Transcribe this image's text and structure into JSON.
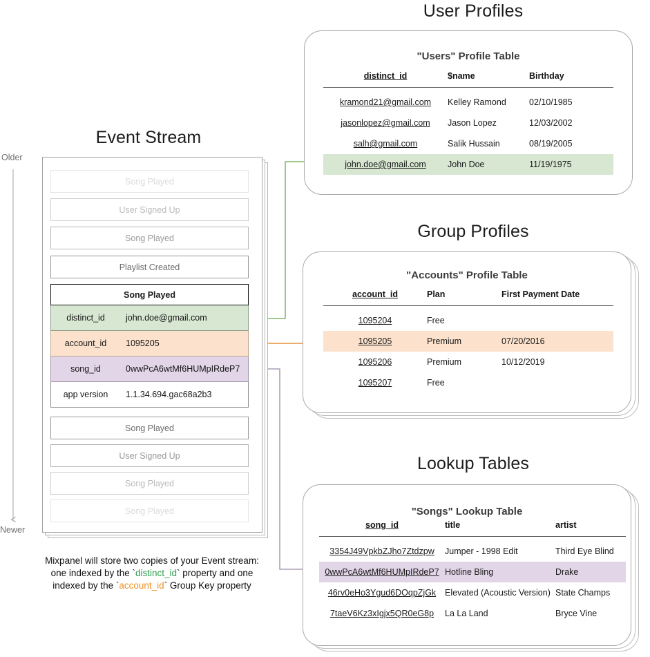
{
  "colors": {
    "green_fill": "#d7e7d2",
    "orange_fill": "#fce2cc",
    "purple_fill": "#e1d5e7",
    "green_line": "#6aa84f",
    "orange_line": "#e69138",
    "purple_line": "#9b8aa6",
    "card_border": "#a8a8a8"
  },
  "event_stream": {
    "title": "Event Stream",
    "axis_older": "Older",
    "axis_newer": "Newer",
    "events_above": [
      {
        "label": "Song Played",
        "opacity": 0.22
      },
      {
        "label": "User Signed Up",
        "opacity": 0.42
      },
      {
        "label": "Song Played",
        "opacity": 0.62
      },
      {
        "label": "Playlist Created",
        "opacity": 0.9
      }
    ],
    "focus_event": {
      "label": "Song Played",
      "properties": [
        {
          "key": "distinct_id",
          "value": "john.doe@gmail.com",
          "highlight": "green"
        },
        {
          "key": "account_id",
          "value": "1095205",
          "highlight": "orange"
        },
        {
          "key": "song_id",
          "value": "0wwPcA6wtMf6HUMpIRdeP7",
          "highlight": "purple"
        },
        {
          "key": "app version",
          "value": "1.1.34.694.gac68a2b3",
          "highlight": "none"
        }
      ]
    },
    "events_below": [
      {
        "label": "Song Played",
        "opacity": 0.9
      },
      {
        "label": "User Signed Up",
        "opacity": 0.62
      },
      {
        "label": "Song Played",
        "opacity": 0.42
      },
      {
        "label": "Song Played",
        "opacity": 0.22
      }
    ],
    "caption": {
      "line1": "Mixpanel will store two copies of your Event stream:",
      "line2_pre": "one indexed by the `",
      "line2_key": "distinct_id",
      "line2_post": "` property and one",
      "line3_pre": "indexed by the `",
      "line3_key": "account_id",
      "line3_post": "` Group Key property"
    }
  },
  "user_profiles": {
    "section_title": "User Profiles",
    "table_title": "\"Users\" Profile Table",
    "columns": [
      "distinct_id",
      "$name",
      "Birthday"
    ],
    "rows": [
      {
        "cells": [
          "kramond21@gmail.com",
          "Kelley Ramond",
          "02/10/1985"
        ],
        "highlight": "none"
      },
      {
        "cells": [
          "jasonlopez@gmail.com",
          "Jason Lopez",
          "12/03/2002"
        ],
        "highlight": "none"
      },
      {
        "cells": [
          "salh@gmail.com",
          "Salik Hussain",
          "08/19/2005"
        ],
        "highlight": "none"
      },
      {
        "cells": [
          "john.doe@gmail.com",
          "John Doe",
          "11/19/1975"
        ],
        "highlight": "green"
      }
    ]
  },
  "group_profiles": {
    "section_title": "Group Profiles",
    "table_title": "\"Accounts\" Profile Table",
    "columns": [
      "account_id",
      "Plan",
      "First Payment Date"
    ],
    "rows": [
      {
        "cells": [
          "1095204",
          "Free",
          ""
        ],
        "highlight": "none"
      },
      {
        "cells": [
          "1095205",
          "Premium",
          "07/20/2016"
        ],
        "highlight": "orange"
      },
      {
        "cells": [
          "1095206",
          "Premium",
          "10/12/2019"
        ],
        "highlight": "none"
      },
      {
        "cells": [
          "1095207",
          "Free",
          ""
        ],
        "highlight": "none"
      }
    ]
  },
  "lookup_tables": {
    "section_title": "Lookup Tables",
    "table_title": "\"Songs\" Lookup Table",
    "columns": [
      "song_id",
      "title",
      "artist"
    ],
    "rows": [
      {
        "cells": [
          "3354J49VpkbZJho7Ztdzpw",
          "Jumper - 1998 Edit",
          "Third Eye Blind"
        ],
        "highlight": "none"
      },
      {
        "cells": [
          "0wwPcA6wtMf6HUMpIRdeP7",
          "Hotline Bling",
          "Drake"
        ],
        "highlight": "purple"
      },
      {
        "cells": [
          "46rv0eHo3Ygud6DOqpZjGk",
          "Elevated (Acoustic Version)",
          "State Champs"
        ],
        "highlight": "none"
      },
      {
        "cells": [
          "7taeV6Kz3xIgjx5QR0eG8p",
          "La La Land",
          "Bryce Vine"
        ],
        "highlight": "none"
      }
    ]
  },
  "connectors": [
    {
      "name": "distinct-id-to-users",
      "color": "#6aa84f"
    },
    {
      "name": "account-id-to-accounts",
      "color": "#e69138"
    },
    {
      "name": "song-id-to-songs",
      "color": "#9b8aa6"
    }
  ]
}
